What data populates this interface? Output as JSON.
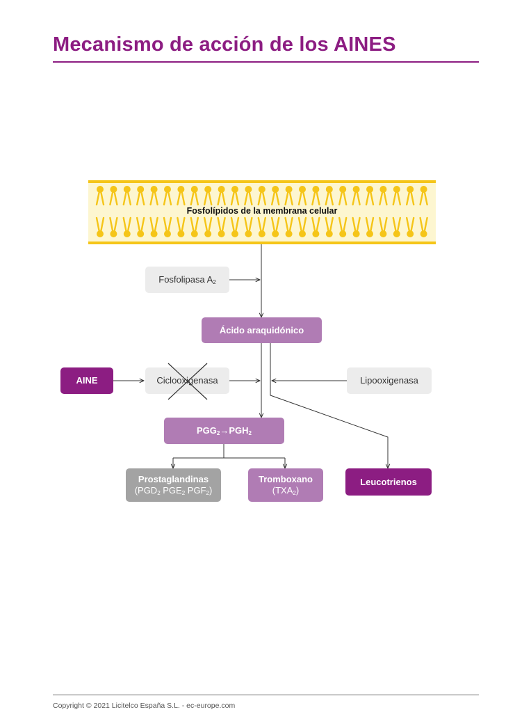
{
  "title": "Mecanismo de acción de los AINES",
  "membrane": {
    "label": "Fosfolípidos de la membrana celular"
  },
  "nodes": {
    "fosfolipasa": {
      "text": "Fosfolipasa A",
      "sub": "2"
    },
    "acido": {
      "text": "Ácido araquidónico"
    },
    "aine": {
      "text": "AINE"
    },
    "ciclooxigenasa": {
      "text": "Ciclooxigenasa"
    },
    "lipooxigenasa": {
      "text": "Lipooxigenasa"
    },
    "pgg": {
      "a": "PGG",
      "a_sub": "2",
      "arrow": "→",
      "b": "PGH",
      "b_sub": "2"
    },
    "prostaglandinas": {
      "title": "Prostaglandinas",
      "d_pre": "(PGD",
      "d_sub": "2",
      "e_pre": " PGE",
      "e_sub": "2",
      "f_pre": " PGF",
      "f_sub": "2",
      "close": ")"
    },
    "tromboxano": {
      "title": "Tromboxano",
      "pre": "(TXA",
      "sub": "2",
      "close": ")"
    },
    "leucotrienos": {
      "text": "Leucotrienos"
    }
  },
  "colors": {
    "brand": "#8c1d82",
    "box_mid": "#b07cb4",
    "box_gray": "#ececec",
    "box_gray_dark": "#a3a3a3",
    "membrane_yellow": "#f5c518",
    "membrane_fill": "#fdf6d0"
  },
  "footer": {
    "copyright": "Copyright © 2021 Licitelco España S.L. - ec-europe.com"
  }
}
